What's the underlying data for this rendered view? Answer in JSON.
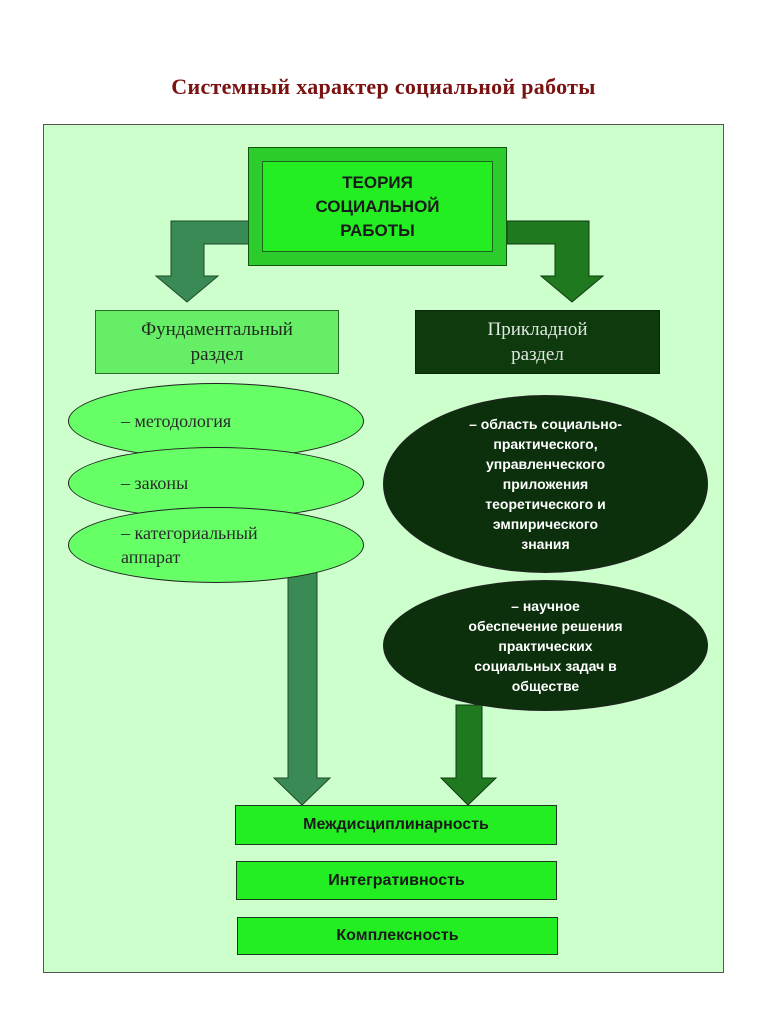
{
  "title": "Системный характер социальной работы",
  "theory": "ТЕОРИЯ\nСОЦИАЛЬНОЙ\nРАБОТЫ",
  "fundamental": {
    "label": "Фундаментальный\nраздел",
    "items": [
      "– методология",
      "– законы",
      "– категориальный\nаппарат"
    ]
  },
  "applied": {
    "label": "Прикладной\nраздел",
    "items": [
      "– область социально-\nпрактического,\nуправленческого\nприложения\nтеоретического и\nэмпирического\nзнания",
      "– научное\nобеспечение решения\nпрактических\nсоциальных задач в\nобществе"
    ]
  },
  "results": [
    "Междисциплинарность",
    "Интегративность",
    "Комплексность"
  ],
  "colors": {
    "title": "#7a1212",
    "panel": "#ccffcc",
    "bright_green": "#22ee22",
    "dark_green": "#0b300b",
    "arrow_left": "#3a8a55",
    "arrow_right": "#1f7a1f"
  }
}
